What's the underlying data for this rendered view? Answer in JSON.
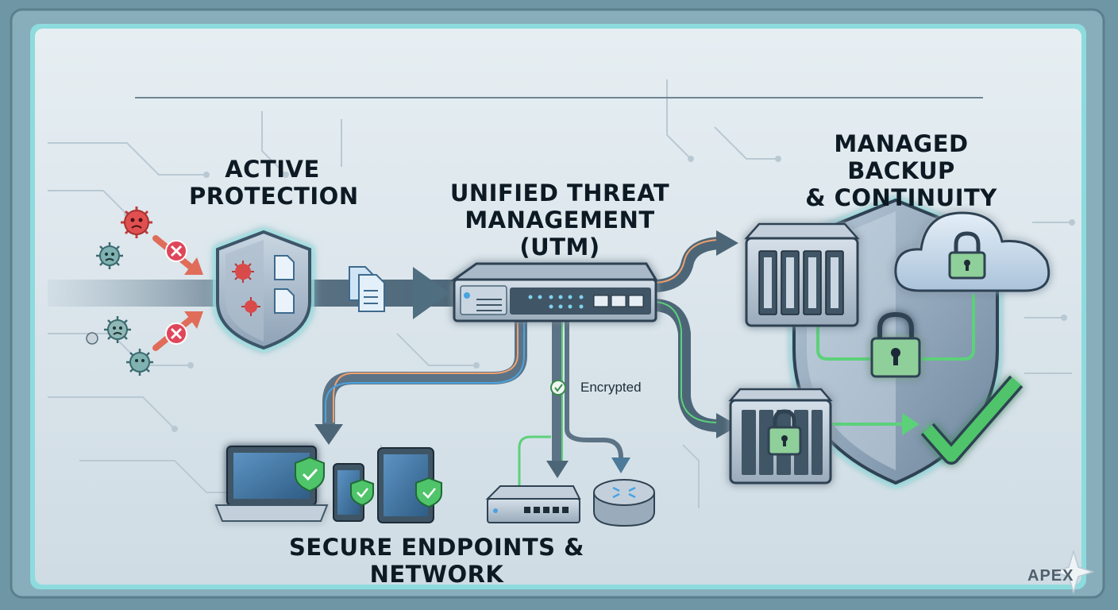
{
  "labels": {
    "active_protection": [
      "ACTIVE",
      "PROTECTION"
    ],
    "utm": [
      "UNIFIED THREAT",
      "MANAGEMENT (UTM)"
    ],
    "backup": [
      "MANAGED BACKUP",
      "& CONTINUITY"
    ],
    "secure": "SECURE ENDPOINTS & NETWORK",
    "encrypted": "Encrypted",
    "brand": "APEX"
  },
  "colors": {
    "frame": "#6f96a4",
    "panel": "#dde8ee",
    "glow": "#8fe6e6",
    "threat": "#d94a4a",
    "block": "#e0465a",
    "device": "#3f5565",
    "device_light": "#b9c7d3",
    "accent_blue": "#4aa3e0",
    "accent_green": "#5cd17a",
    "accent_orange": "#f0a070",
    "lock": "#8fcf9a",
    "check": "#4fc46a"
  },
  "icons": [
    "virus-icon",
    "blocked-icon",
    "shield-icon",
    "document-icon",
    "utm-appliance-icon",
    "laptop-icon",
    "phone-icon",
    "tablet-icon",
    "switch-icon",
    "router-icon",
    "nas-icon",
    "cloud-icon",
    "lock-icon",
    "checkmark-icon",
    "sparkle-icon"
  ]
}
